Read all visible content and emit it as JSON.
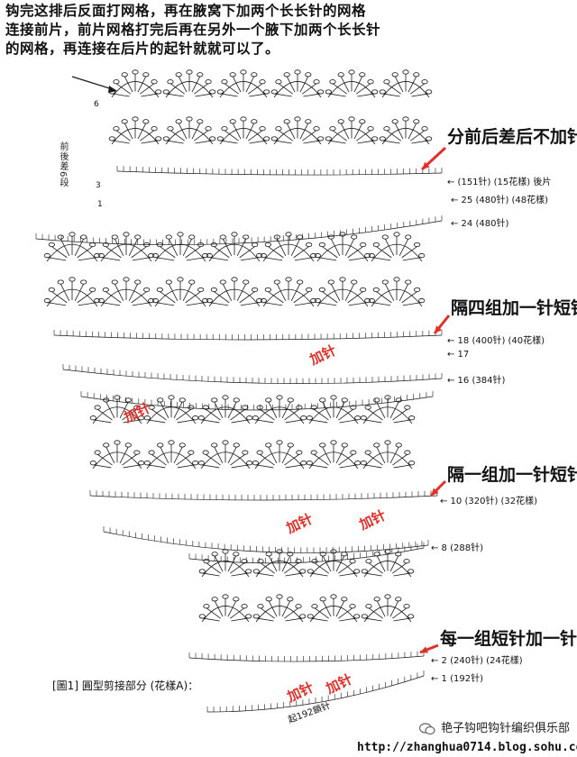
{
  "top_note": {
    "line1": "钩完这排后反面打网格，再在腋窝下加两个长长针的网格",
    "line2": "连接前片，前片网格打完后再在另外一个腋下加两个长长针",
    "line3": "的网格，再连接在后片的起针就就可以了。"
  },
  "annotations": {
    "a1": "分前后差后不加针",
    "a2": "隔四组加一针短针",
    "a3": "隔一组加一针短针",
    "a4": "每一组短针加一针"
  },
  "row_labels": {
    "r151": "← (151针) (15花樣) 後片",
    "r25": "← 25 (480针) (48花樣)",
    "r24": "← 24 (480针)",
    "r18": "← 18 (400针) (40花樣)",
    "r17": "← 17",
    "r16": "← 16 (384针)",
    "r10": "← 10 (320针) (32花樣)",
    "r8": "← 8 (288针)",
    "r2": "← 2 (240针) (24花樣)",
    "r1": "← 1 (192针)"
  },
  "left_marks": {
    "m6": "6",
    "m3": "3",
    "m1": "1"
  },
  "side_note": "前後差6段",
  "red_marks": {
    "label": "加针"
  },
  "caption": "[圖1] 圓型剪接部分 (花樣A)：",
  "bottom_count": "起192鎖针",
  "watermark": "艳子钩吧钩针编织俱乐部",
  "url": "http://zhanghua0714.blog.sohu.com/",
  "colors": {
    "ink": "#1a1a1a",
    "red": "#e0302a",
    "arrow": "#e0302a"
  }
}
